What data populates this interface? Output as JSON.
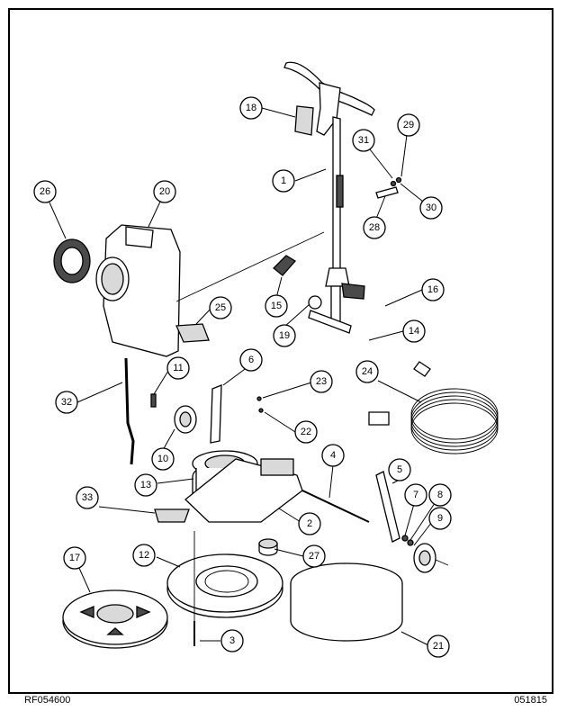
{
  "document": {
    "drawing_number": "RF054600",
    "date_code": "051815"
  },
  "callouts": {
    "c1": "1",
    "c2": "2",
    "c3": "3",
    "c4": "4",
    "c5": "5",
    "c6": "6",
    "c7": "7",
    "c8": "8",
    "c9": "9",
    "c10": "10",
    "c11": "11",
    "c12": "12",
    "c13": "13",
    "c14": "14",
    "c15": "15",
    "c16": "16",
    "c17": "17",
    "c18": "18",
    "c19": "19",
    "c20": "20",
    "c21": "21",
    "c22": "22",
    "c23": "23",
    "c24": "24",
    "c25": "25",
    "c26": "26",
    "c27": "27",
    "c28": "28",
    "c29": "29",
    "c30": "30",
    "c31": "31",
    "c32": "32",
    "c33": "33"
  }
}
